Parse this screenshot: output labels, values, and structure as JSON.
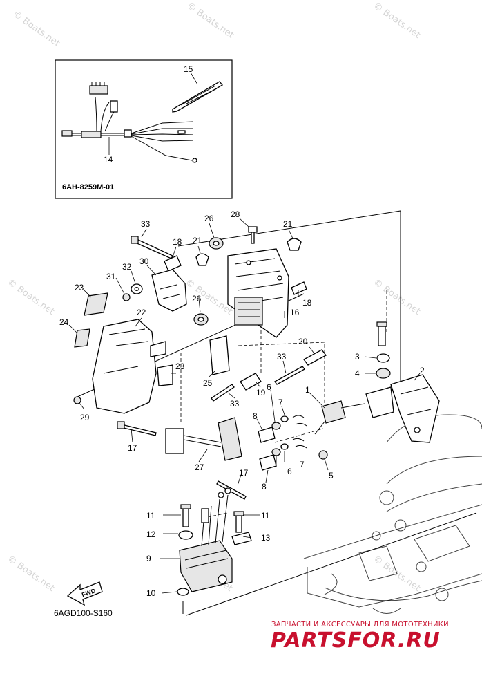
{
  "diagram_code": "6AGD100-S160",
  "inset": {
    "part_code": "6AH-8259M-01",
    "callouts": [
      "15",
      "14"
    ]
  },
  "arrow_label": "FWD",
  "callouts": {
    "c33a": "33",
    "c18a": "18",
    "c26a": "26",
    "c28": "28",
    "c21a": "21",
    "c21b": "21",
    "c30": "30",
    "c32": "32",
    "c31": "31",
    "c23a": "23",
    "c26b": "26",
    "c18b": "18",
    "c16": "16",
    "c22": "22",
    "c24": "24",
    "c20": "20",
    "c23b": "23",
    "c25": "25",
    "c33b": "33",
    "c19": "19",
    "c33c": "33",
    "c3": "3",
    "c4": "4",
    "c2": "2",
    "c1": "1",
    "c29": "29",
    "c6a": "6",
    "c7a": "7",
    "c8a": "8",
    "c7b": "7",
    "c6b": "6",
    "c5": "5",
    "c8b": "8",
    "c17a": "17",
    "c27": "27",
    "c17b": "17",
    "c11a": "11",
    "c11b": "11",
    "c12": "12",
    "c13": "13",
    "c9": "9",
    "c10": "10"
  },
  "watermark": "© Boats.net",
  "shop_banner": {
    "line": "ЗАПЧАСТИ И АКСЕССУАРЫ ДЛЯ МОТОТЕХНИКИ",
    "brand": "PARTSFOR.RU"
  }
}
